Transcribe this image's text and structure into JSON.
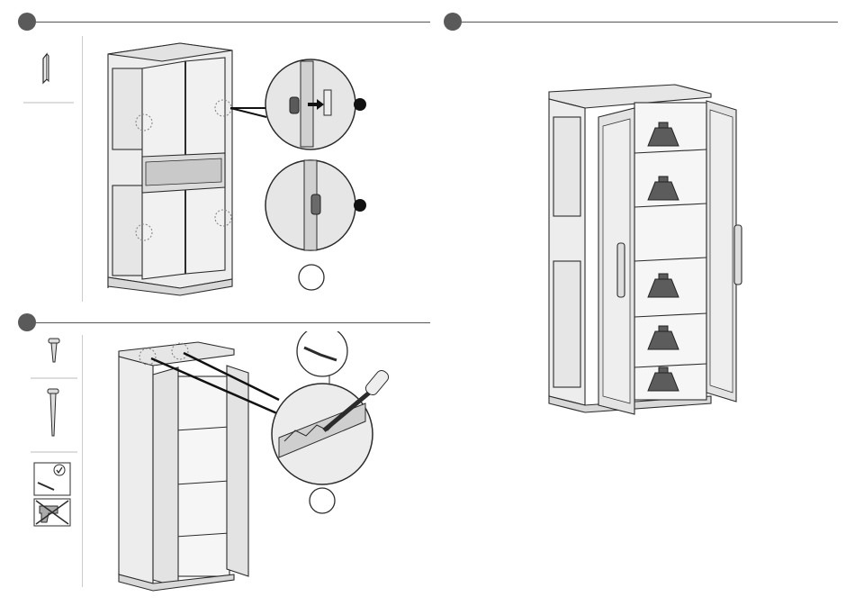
{
  "steps": [
    {
      "id": "step-a",
      "label": ""
    },
    {
      "id": "step-b",
      "label": ""
    },
    {
      "id": "step-c",
      "label": ""
    }
  ],
  "parts": {
    "hinge_pin_icon": "hinge-pin",
    "screw_short_icon": "short-screw",
    "screw_long_icon": "long-screw",
    "screwdriver_ok_icon": "manual-screwdriver-allowed",
    "power_drill_no_icon": "power-drill-not-allowed"
  },
  "badges": {
    "step_a_count": "",
    "step_b_count": ""
  },
  "colors": {
    "ink": "#2b2b2b",
    "panel_fill": "#ededed",
    "panel_shade": "#d6d6d6",
    "dark": "#4a4a4a",
    "header": "#5a5a5a"
  }
}
